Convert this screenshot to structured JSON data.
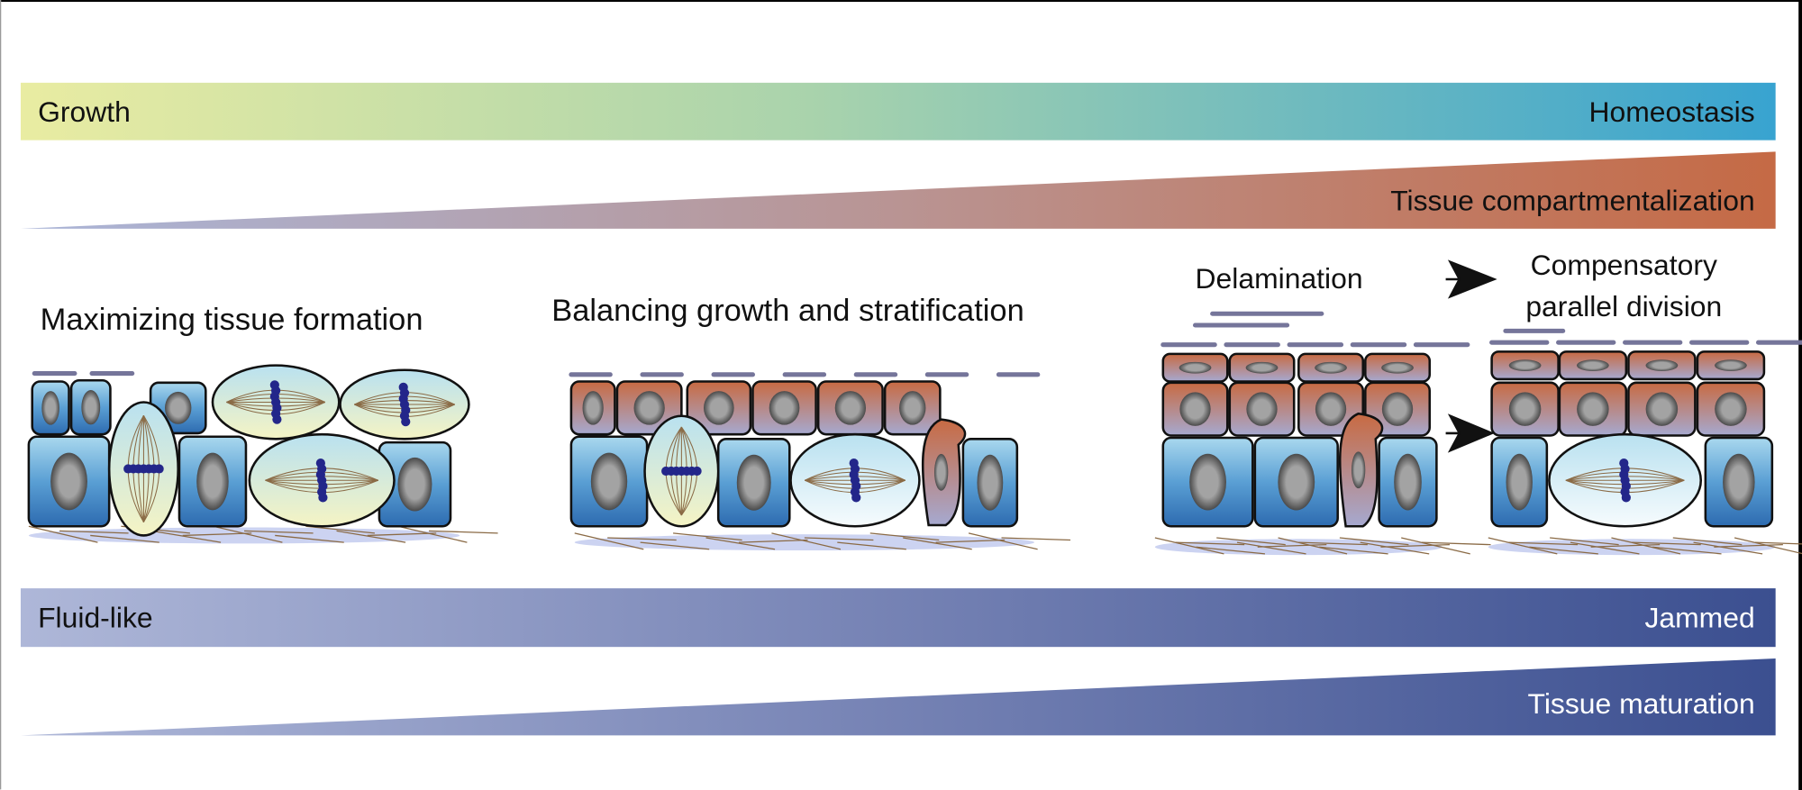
{
  "bars": {
    "growth_left": "Growth",
    "growth_right": "Homeostasis",
    "compartment": "Tissue compartmentalization",
    "fluid_left": "Fluid-like",
    "fluid_right": "Jammed",
    "maturation": "Tissue maturation"
  },
  "panels": {
    "p1_title": "Maximizing tissue formation",
    "p2_title": "Balancing growth and stratification",
    "p3_title": "Delamination",
    "p4_title_line1": "Compensatory",
    "p4_title_line2": "parallel division"
  },
  "colors": {
    "growth_start": "#e9eca2",
    "growth_end": "#38a3d0",
    "compartment_start": "#aab5d8",
    "compartment_end": "#c56a45",
    "fluid_start": "#aab5d8",
    "fluid_end": "#3b4f90",
    "basal_cell_top": "#a9d8ee",
    "basal_cell_bottom": "#2d6bb0",
    "suprabasal_top": "#c86a42",
    "suprabasal_bottom": "#a6a9d0",
    "chromosome": "#23268a"
  }
}
